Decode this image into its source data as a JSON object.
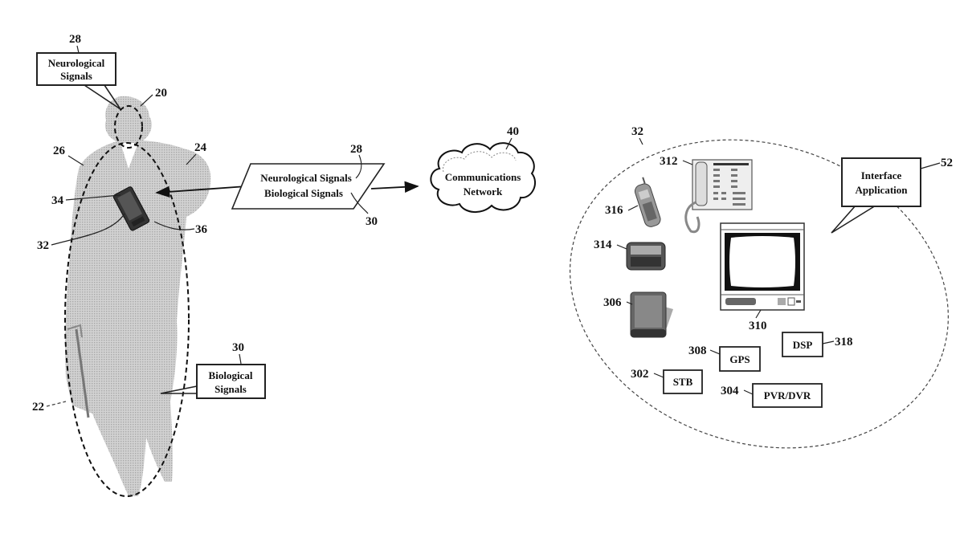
{
  "figure": {
    "type": "patent drawing",
    "person": {
      "refs": {
        "head_region": "20",
        "person": "22",
        "arm_right": "24",
        "arm_left": "26",
        "device": "32",
        "device_top": "34",
        "device_bottom": "36"
      },
      "callouts": [
        {
          "ref": "28",
          "lines": [
            "Neurological",
            "Signals"
          ]
        },
        {
          "ref": "30",
          "lines": [
            "Biological",
            "Signals"
          ]
        }
      ]
    },
    "signals_parallelogram": {
      "lines": [
        "Neurological Signals",
        "Biological Signals"
      ],
      "refs": [
        "28",
        "30"
      ]
    },
    "network": {
      "ref": "40",
      "lines": [
        "Communications",
        "Network"
      ]
    },
    "device_cluster": {
      "ref": "32",
      "callout": {
        "ref": "52",
        "lines": [
          "Interface",
          "Application"
        ]
      },
      "devices": [
        {
          "ref": "312",
          "name": "desk telephone"
        },
        {
          "ref": "316",
          "name": "cellular phone"
        },
        {
          "ref": "314",
          "name": "pager"
        },
        {
          "ref": "306",
          "name": "pda"
        },
        {
          "ref": "310",
          "name": "television"
        }
      ],
      "boxes": [
        {
          "ref": "308",
          "label": "GPS"
        },
        {
          "ref": "318",
          "label": "DSP"
        },
        {
          "ref": "302",
          "label": "STB"
        },
        {
          "ref": "304",
          "label": "PVR/DVR"
        }
      ]
    }
  }
}
